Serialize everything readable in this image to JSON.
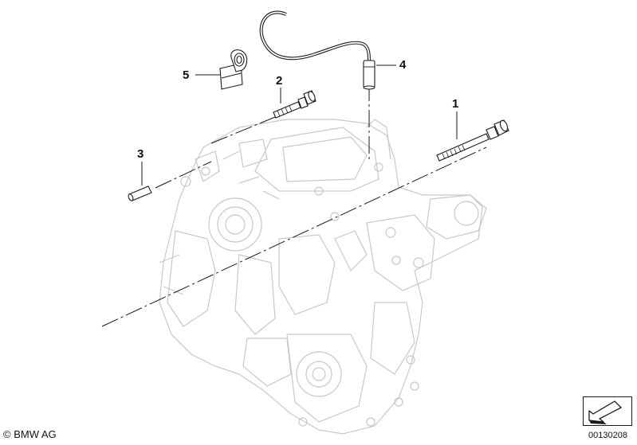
{
  "callouts": {
    "c1": "1",
    "c2": "2",
    "c3": "3",
    "c4": "4",
    "c5": "5"
  },
  "footer": {
    "copyright": "© BMW AG",
    "diagram_id": "00130208"
  },
  "icons": {
    "view_direction": "view-arrow-icon"
  }
}
